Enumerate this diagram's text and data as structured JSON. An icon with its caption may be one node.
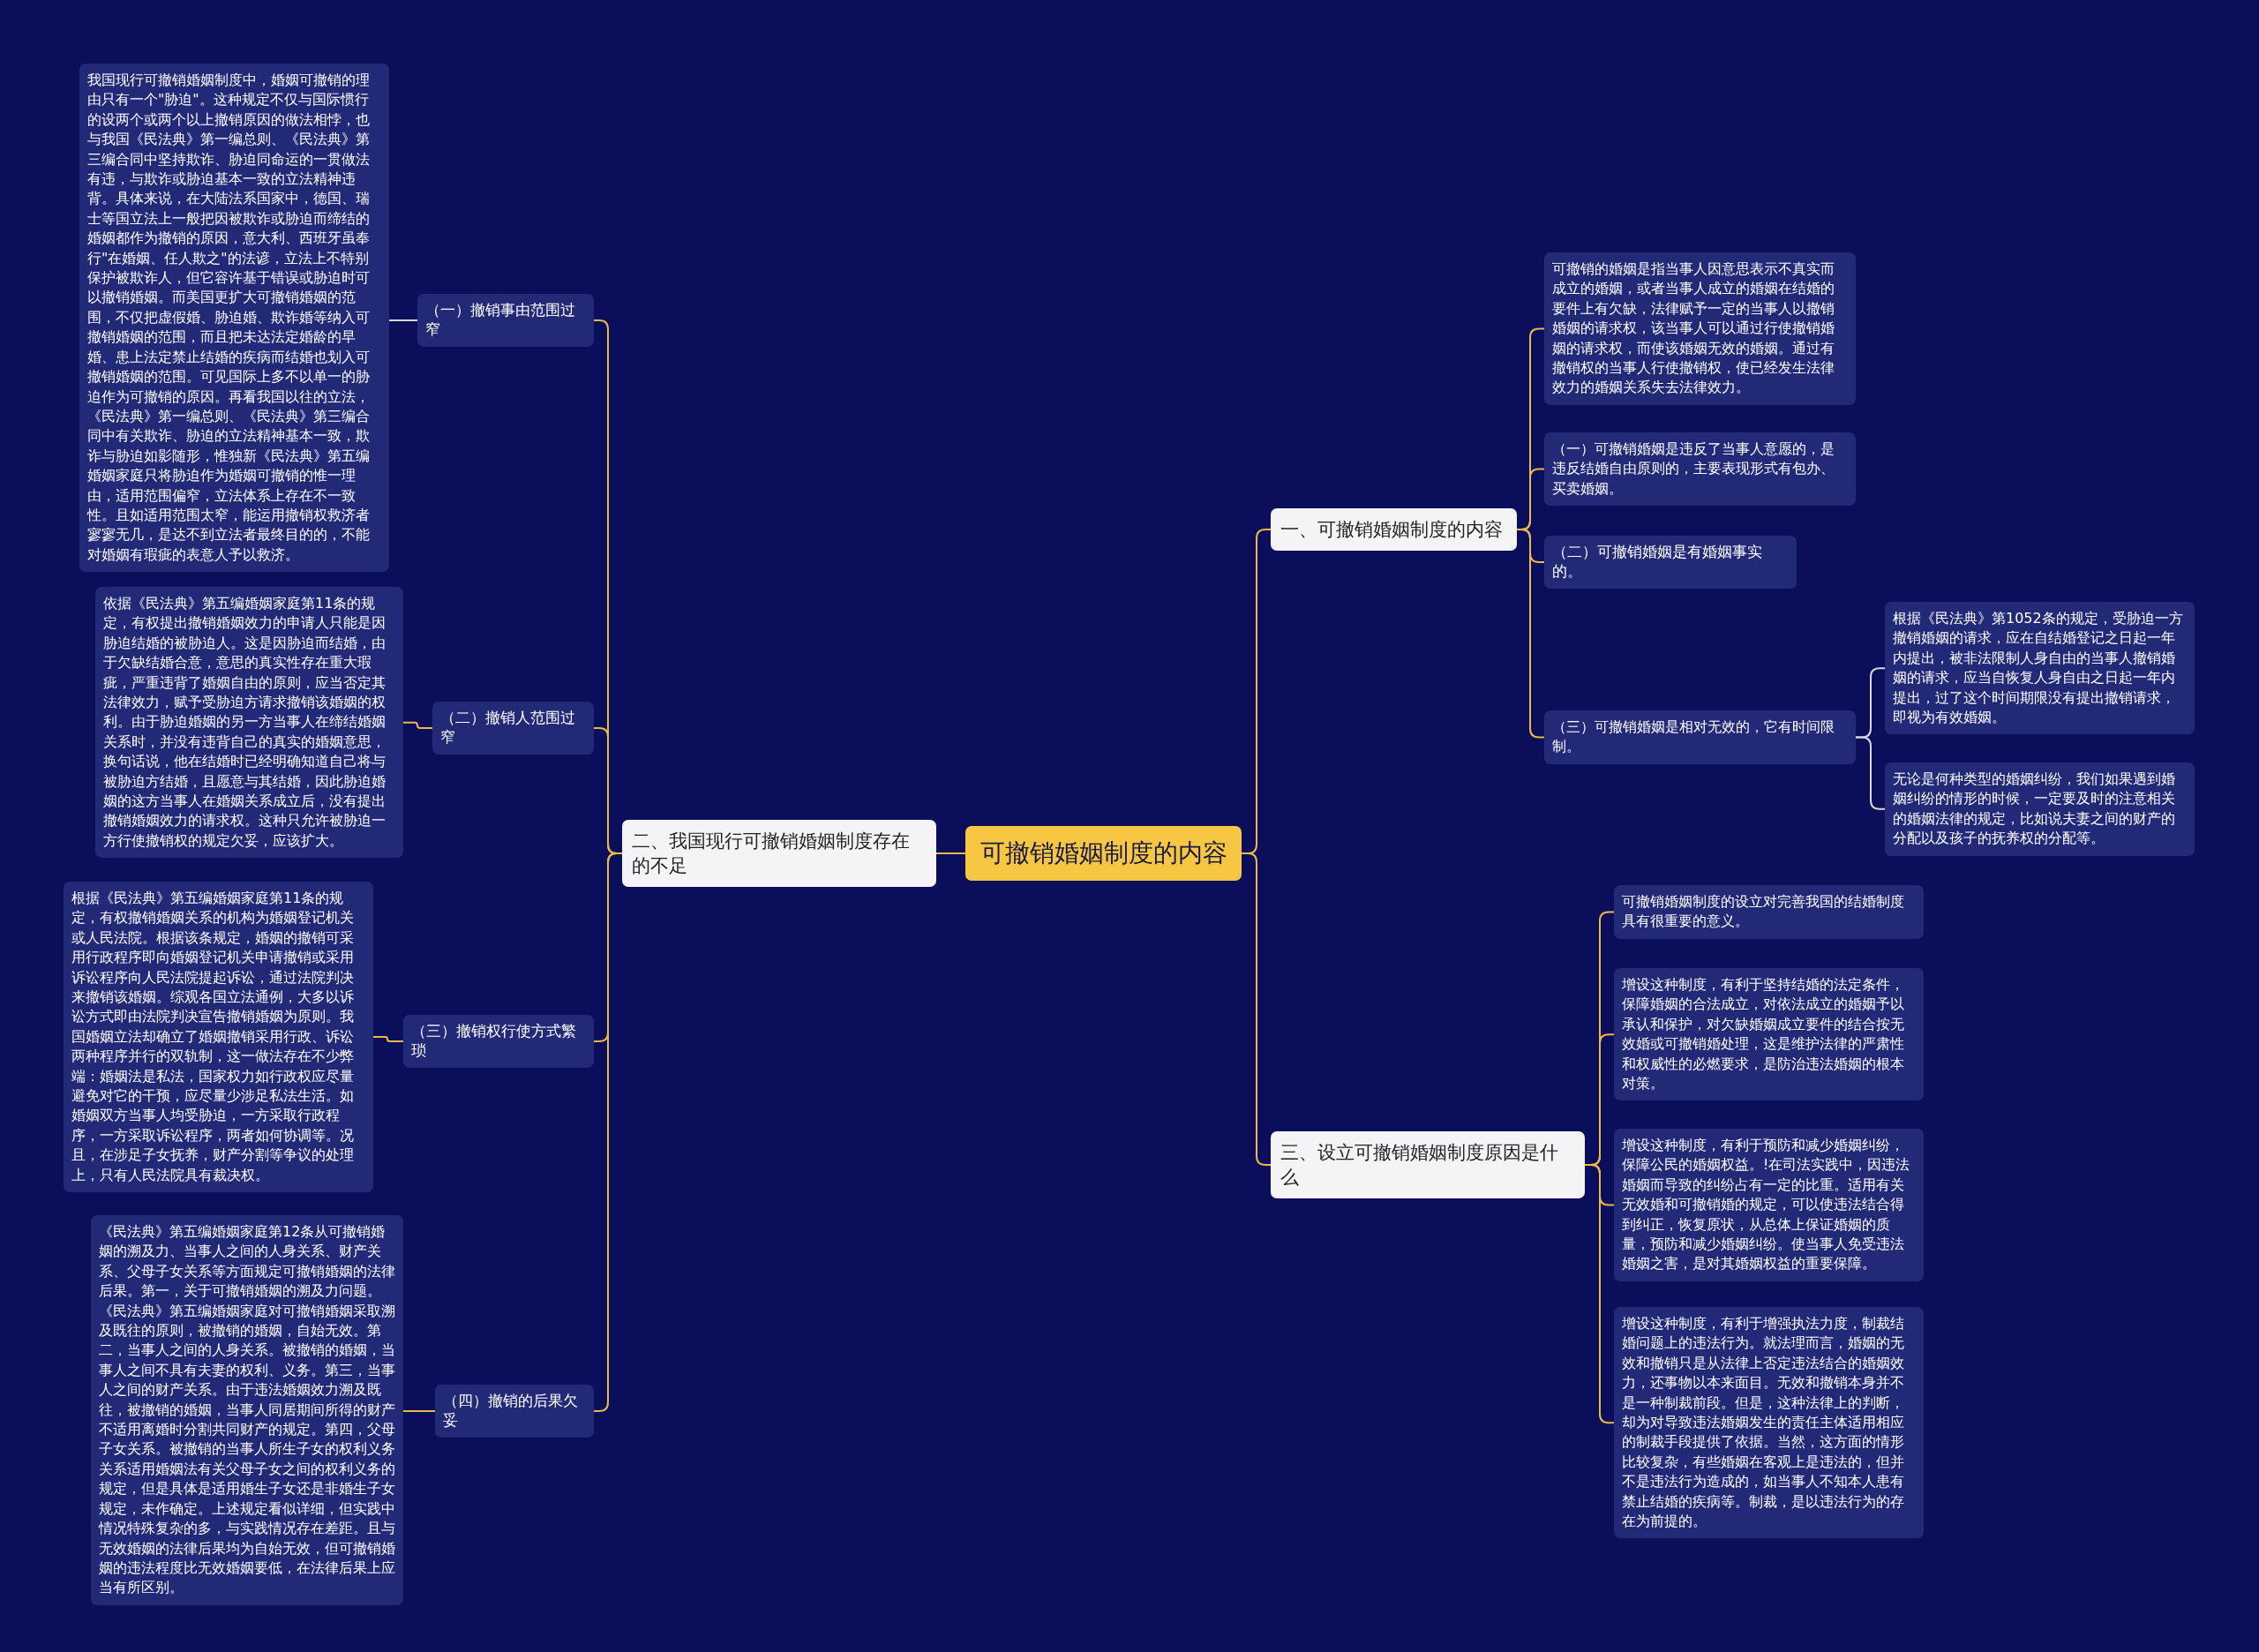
{
  "diagram": {
    "nodes": [
      {
        "text": [
          "可撤销婚姻制度的内容"
        ]
      },
      {
        "text": [
          "一、可撤销婚姻制度的内容"
        ]
      },
      {
        "text": [
          "可撤销的婚姻是指当事人因意思表示不真实而成立的婚姻，或者当事人成立的婚姻在结婚的要件上有欠缺，法律赋予一定的当事人以撤销婚姻的请求权，该当事人可以通过行使撤销婚姻的请求权，而使该婚姻无效的婚姻。通过有撤销权的当事人行使撤销权，使已经发生法律效力的婚姻关系失去法律效力。"
        ]
      },
      {
        "text": [
          "（一）可撤销婚姻是违反了当事人意愿的，是违反结婚自由原则的，主要表现形式有包办、买卖婚姻。"
        ]
      },
      {
        "text": [
          "（二）可撤销婚姻是有婚姻事实的。"
        ]
      },
      {
        "text": [
          "（三）可撤销婚姻是相对无效的，它有时间限制。"
        ]
      },
      {
        "text": [
          "根据《民法典》第1052条的规定，受胁迫一方撤销婚姻的请求，应在自结婚登记之日起一年内提出，被非法限制人身自由的当事人撤销婚姻的请求，应当自恢复人身自由之日起一年内提出，过了这个时间期限没有提出撤销请求，即视为有效婚姻。"
        ]
      },
      {
        "text": [
          "无论是何种类型的婚姻纠纷，我们如果遇到婚姻纠纷的情形的时候，一定要及时的注意相关的婚姻法律的规定，比如说夫妻之间的财产的分配以及孩子的抚养权的分配等。"
        ]
      },
      {
        "text": [
          "三、设立可撤销婚姻制度原因是什么"
        ]
      },
      {
        "text": [
          "可撤销婚姻制度的设立对完善我国的结婚制度具有很重要的意义。"
        ]
      },
      {
        "text": [
          "增设这种制度，有利于坚持结婚的法定条件，保障婚姻的合法成立，对依法成立的婚姻予以承认和保护，对欠缺婚姻成立要件的结合按无效婚或可撤销婚处理，这是维护法律的严肃性和权威性的必燃要求，是防治违法婚姻的根本对策。"
        ]
      },
      {
        "text": [
          "增设这种制度，有利于预防和减少婚姻纠纷，保障公民的婚姻权益。!在司法实践中，因违法婚姻而导致的纠纷占有一定的比重。适用有关无效婚和可撤销婚的规定，可以使违法结合得到纠正，恢复原状，从总体上保证婚姻的质量，预防和减少婚姻纠纷。使当事人免受违法婚姻之害，是对其婚姻权益的重要保障。"
        ]
      },
      {
        "text": [
          "增设这种制度，有利于增强执法力度，制裁结婚问题上的违法行为。就法理而言，婚姻的无效和撤销只是从法律上否定违法结合的婚姻效力，还事物以本来面目。无效和撤销本身并不是一种制裁前段。但是，这种法律上的判断，却为对导致违法婚姻发生的责任主体适用相应的制裁手段提供了依据。当然，这方面的情形比较复杂，有些婚姻在客观上是违法的，但并不是违法行为造成的，如当事人不知本人患有禁止结婚的疾病等。制裁，是以违法行为的存在为前提的。"
        ]
      },
      {
        "text": [
          "二、我国现行可撤销婚姻制度存在的不足"
        ]
      },
      {
        "text": [
          "（一）撤销事由范围过窄"
        ]
      },
      {
        "text": [
          "我国现行可撤销婚姻制度中，婚姻可撤销的理由只有一个\"胁迫\"。这种规定不仅与国际惯行的设两个或两个以上撤销原因的做法相悖，也与我国《民法典》第一编总则、《民法典》第三编合同中坚持欺诈、胁迫同命运的一贯做法有违，与欺诈或胁迫基本一致的立法精神违背。具体来说，在大陆法系国家中，德国、瑞士等国立法上一般把因被欺诈或胁迫而缔结的婚姻都作为撤销的原因，意大利、西班牙虽奉行\"在婚姻、任人欺之\"的法谚，立法上不特别保护被欺诈人，但它容许基于错误或胁迫时可以撤销婚姻。而美国更扩大可撤销婚姻的范围，不仅把虚假婚、胁迫婚、欺诈婚等纳入可撤销婚姻的范围，而且把未达法定婚龄的早婚、患上法定禁止结婚的疾病而结婚也划入可撤销婚姻的范围。可见国际上多不以单一的胁迫作为可撤销的原因。再看我国以往的立法，《民法典》第一编总则、《民法典》第三编合同中有关欺诈、胁迫的立法精神基本一致，欺诈与胁迫如影随形，惟独新《民法典》第五编婚姻家庭只将胁迫作为婚姻可撤销的惟一理由，适用范围偏窄，立法体系上存在不一致性。且如适用范围太窄，能运用撤销权救济者寥寥无几，是达不到立法者最终目的的，不能对婚姻有瑕疵的表意人予以救济。"
        ]
      },
      {
        "text": [
          "（二）撤销人范围过窄"
        ]
      },
      {
        "text": [
          "依据《民法典》第五编婚姻家庭第11条的规定，有权提出撤销婚姻效力的申请人只能是因胁迫结婚的被胁迫人。这是因胁迫而结婚，由于欠缺结婚合意，意思的真实性存在重大瑕疵，严重违背了婚姻自由的原则，应当否定其法律效力，赋予受胁迫方请求撤销该婚姻的权利。由于胁迫婚姻的另一方当事人在缔结婚姻关系时，并没有违背自己的真实的婚姻意思，换句话说，他在结婚时已经明确知道自己将与被胁迫方结婚，且愿意与其结婚，因此胁迫婚姻的这方当事人在婚姻关系成立后，没有提出撤销婚姻效力的请求权。这种只允许被胁迫一方行使撤销权的规定欠妥，应该扩大。"
        ]
      },
      {
        "text": [
          "（三）撤销权行使方式繁琐"
        ]
      },
      {
        "text": [
          "根据《民法典》第五编婚姻家庭第11条的规定，有权撤销婚姻关系的机构为婚姻登记机关或人民法院。根据该条规定，婚姻的撤销可采用行政程序即向婚姻登记机关申请撤销或采用诉讼程序向人民法院提起诉讼，通过法院判决来撤销该婚姻。综观各国立法通例，大多以诉讼方式即由法院判决宣告撤销婚姻为原则。我国婚姻立法却确立了婚姻撤销采用行政、诉讼两种程序并行的双轨制，这一做法存在不少弊端：婚姻法是私法，国家权力如行政权应尽量避免对它的干预，应尽量少涉足私法生活。如婚姻双方当事人均受胁迫，一方采取行政程序，一方采取诉讼程序，两者如何协调等。况且，在涉足子女抚养，财产分割等争议的处理上，只有人民法院具有裁决权。"
        ]
      },
      {
        "text": [
          "（四）撤销的后果欠妥"
        ]
      },
      {
        "text": [
          "《民法典》第五编婚姻家庭第12条从可撤销婚姻的溯及力、当事人之间的人身关系、财产关系、父母子女关系等方面规定可撤销婚姻的法律后果。第一，关于可撤销婚姻的溯及力问题。《民法典》第五编婚姻家庭对可撤销婚姻采取溯及既往的原则，被撤销的婚姻，自始无效。第二，当事人之间的人身关系。被撤销的婚姻，当事人之间不具有夫妻的权利、义务。第三，当事人之间的财产关系。由于违法婚姻效力溯及既往，被撤销的婚姻，当事人同居期间所得的财产不适用离婚时分割共同财产的规定。第四，父母子女关系。被撤销的当事人所生子女的权利义务关系适用婚姻法有关父母子女之间的权利义务的规定，但是具体是适用婚生子女还是非婚生子女规定，未作确定。上述规定看似详细，但实践中情况特殊复杂的多，与实践情况存在差距。且与无效婚姻的法律后果均为自始无效，但可撤销婚姻的违法程度比无效婚姻要低，在法律后果上应当有所区别。"
        ]
      }
    ],
    "edges": [
      {
        "from": 0,
        "to": 1,
        "arrow": "none"
      },
      {
        "from": 1,
        "to": 2,
        "arrow": "none"
      },
      {
        "from": 1,
        "to": 3,
        "arrow": "none"
      },
      {
        "from": 1,
        "to": 4,
        "arrow": "none"
      },
      {
        "from": 1,
        "to": 5,
        "arrow": "none"
      },
      {
        "from": 5,
        "to": 6,
        "arrow": "none",
        "color": "#d9d9d9"
      },
      {
        "from": 5,
        "to": 7,
        "arrow": "none",
        "color": "#d9d9d9"
      },
      {
        "from": 0,
        "to": 8,
        "arrow": "none"
      },
      {
        "from": 8,
        "to": 9,
        "arrow": "none"
      },
      {
        "from": 8,
        "to": 10,
        "arrow": "none"
      },
      {
        "from": 8,
        "to": 11,
        "arrow": "none"
      },
      {
        "from": 8,
        "to": 12,
        "arrow": "none"
      },
      {
        "from": 0,
        "to": 13,
        "arrow": "none"
      },
      {
        "from": 13,
        "to": 14,
        "arrow": "none"
      },
      {
        "from": 14,
        "to": 15,
        "arrow": "none",
        "color": "#d9d9d9"
      },
      {
        "from": 13,
        "to": 16,
        "arrow": "none"
      },
      {
        "from": 16,
        "to": 17,
        "arrow": "none"
      },
      {
        "from": 13,
        "to": 18,
        "arrow": "none"
      },
      {
        "from": 18,
        "to": 19,
        "arrow": "none"
      },
      {
        "from": 13,
        "to": 20,
        "arrow": "none"
      },
      {
        "from": 20,
        "to": 21,
        "arrow": "none"
      }
    ]
  }
}
